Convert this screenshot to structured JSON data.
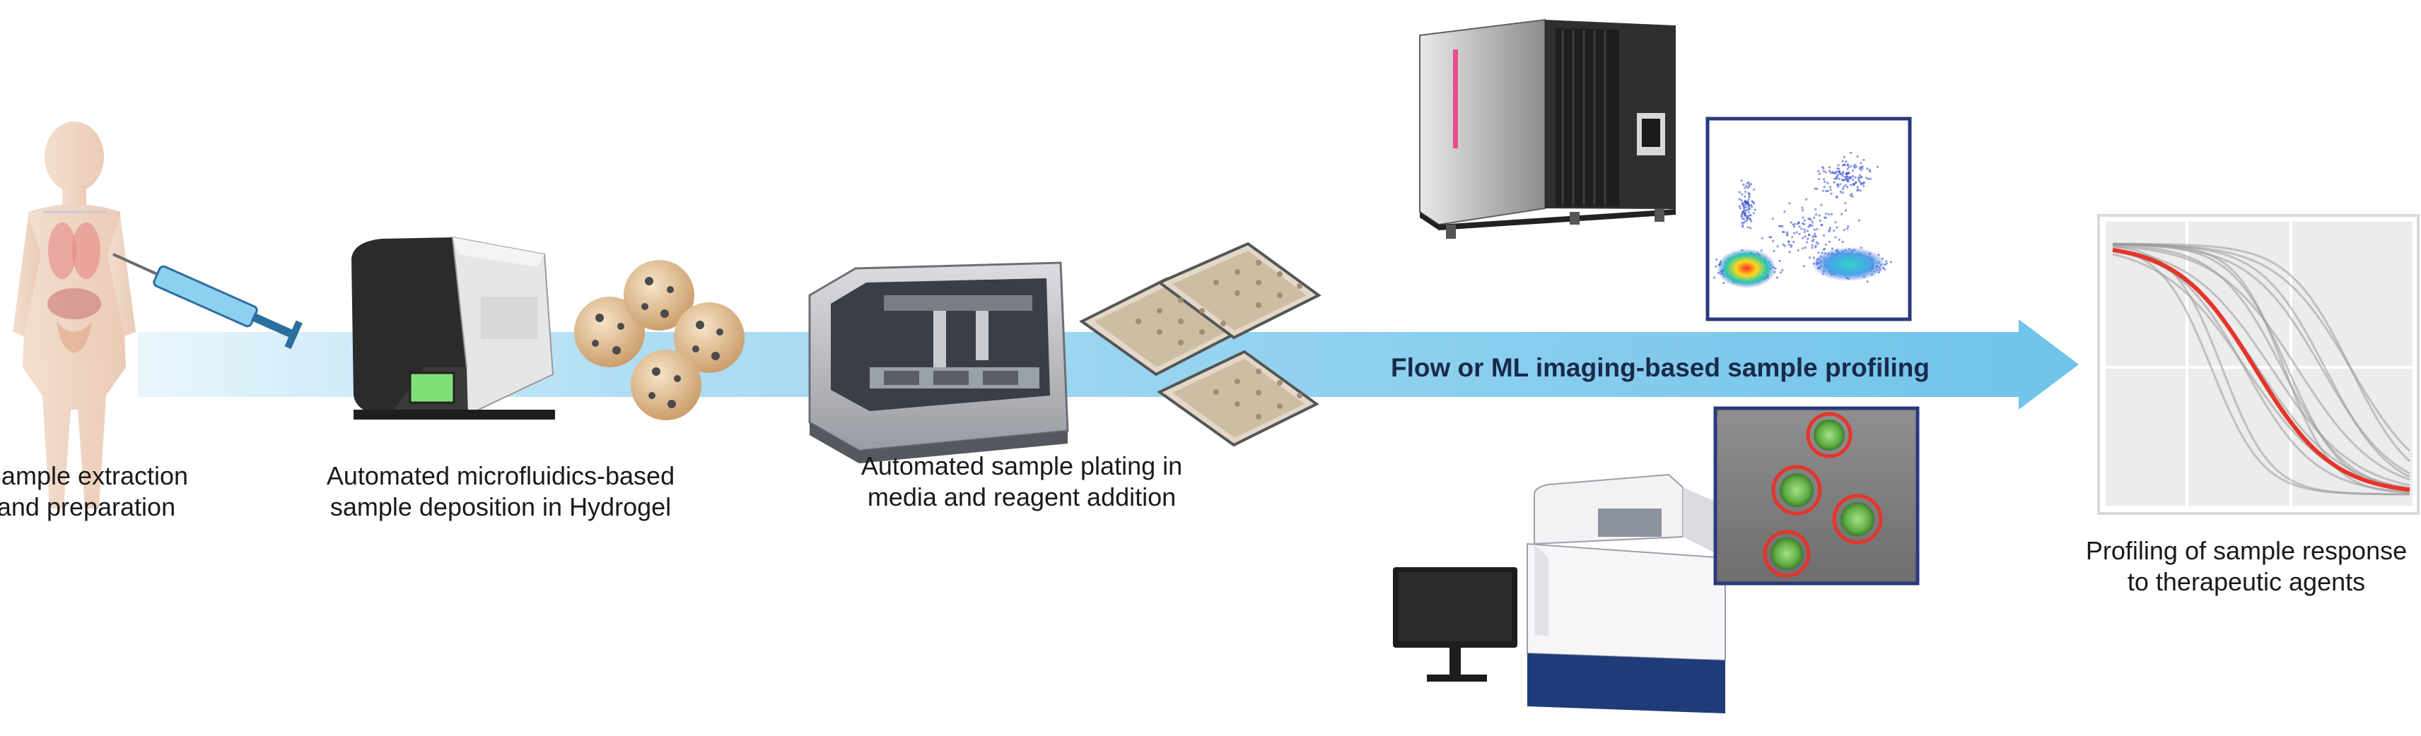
{
  "arrow": {
    "label": "Flow or ML imaging-based sample profiling"
  },
  "steps": [
    {
      "line1": "Sample extraction",
      "line2": "and preparation"
    },
    {
      "line1": "Automated microfluidics-based",
      "line2": "sample deposition in Hydrogel"
    },
    {
      "line1": "Automated sample plating in",
      "line2": "media and reagent addition"
    }
  ],
  "result": {
    "line1": "Profiling of sample response",
    "line2": "to therapeutic agents"
  },
  "colors": {
    "arrow": "#6fc3ea",
    "instrument_dark": "#2b2b2b",
    "plot_frame": "#2a3a7a",
    "highlight_curve": "#e5352b",
    "organoid": "#6cc24a"
  }
}
